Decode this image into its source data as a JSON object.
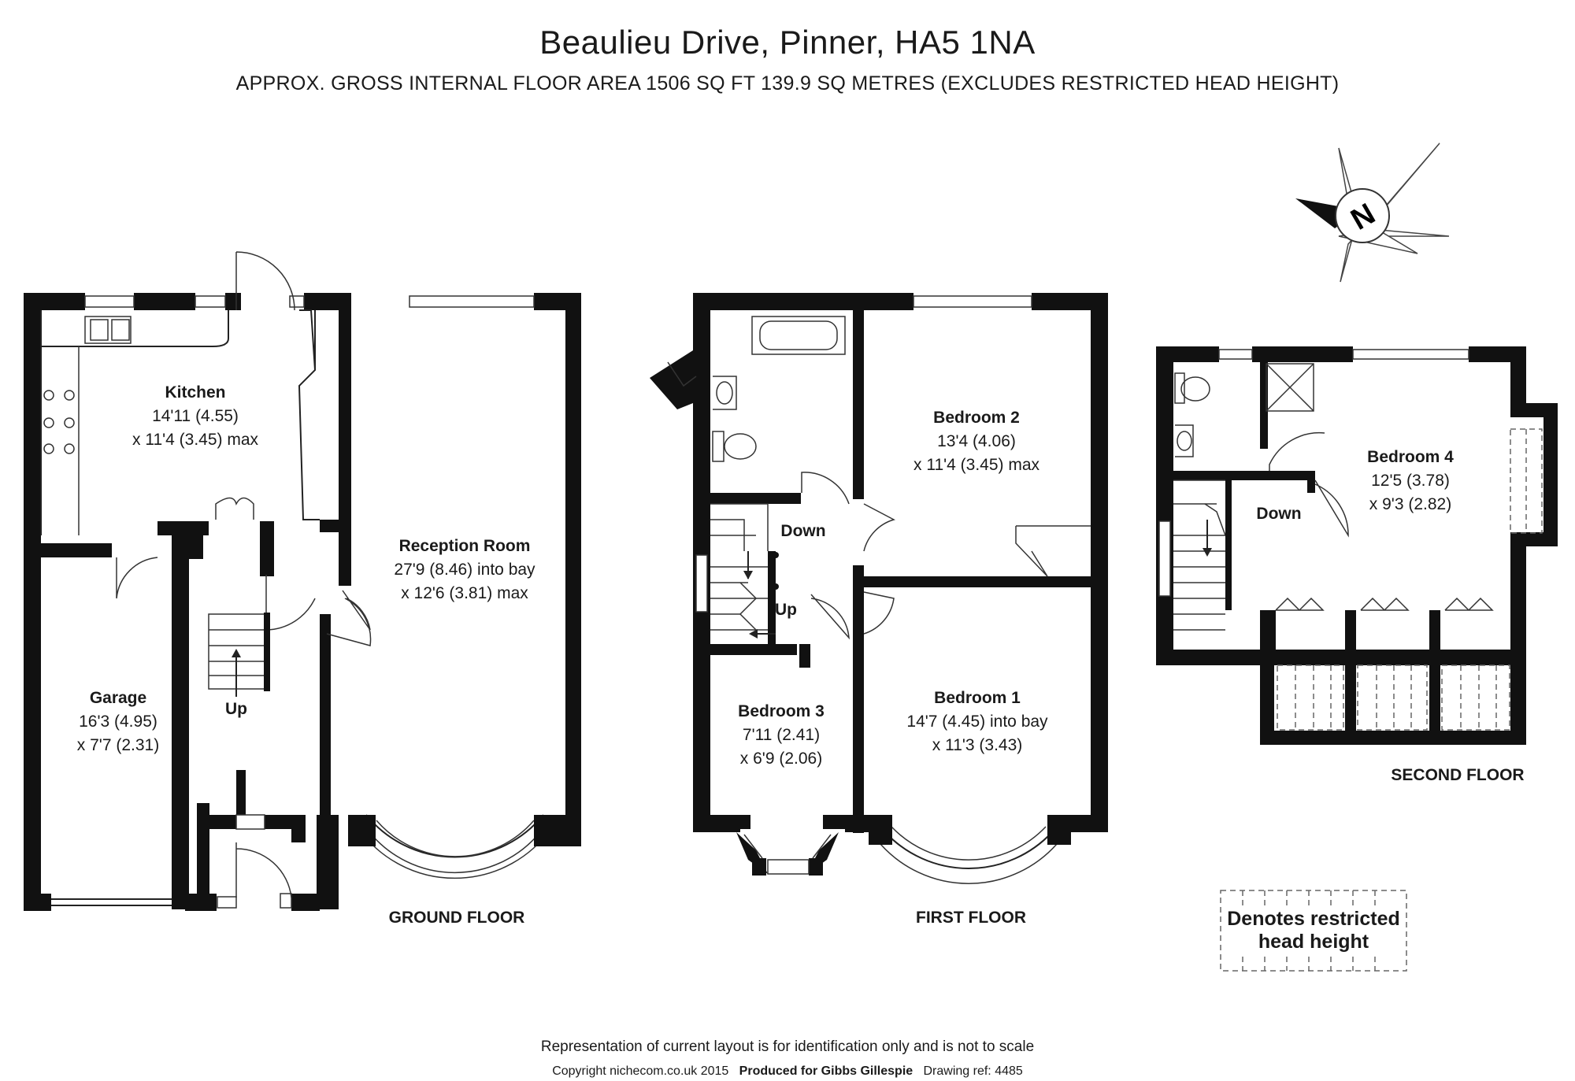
{
  "title": "Beaulieu Drive, Pinner, HA5 1NA",
  "subtitle": "APPROX. GROSS INTERNAL FLOOR AREA 1506 SQ FT 139.9 SQ METRES (EXCLUDES RESTRICTED HEAD HEIGHT)",
  "compass_letter": "N",
  "floors": {
    "ground": "GROUND FLOOR",
    "first": "FIRST FLOOR",
    "second": "SECOND FLOOR"
  },
  "rooms": {
    "kitchen": {
      "name": "Kitchen",
      "dim1": "14'11 (4.55)",
      "dim2": "x 11'4 (3.45) max"
    },
    "reception": {
      "name": "Reception Room",
      "dim1": "27'9 (8.46) into bay",
      "dim2": "x 12'6 (3.81) max"
    },
    "garage": {
      "name": "Garage",
      "dim1": "16'3 (4.95)",
      "dim2": "x 7'7 (2.31)"
    },
    "bedroom2": {
      "name": "Bedroom 2",
      "dim1": "13'4 (4.06)",
      "dim2": "x 11'4 (3.45) max"
    },
    "bedroom3": {
      "name": "Bedroom 3",
      "dim1": "7'11 (2.41)",
      "dim2": "x 6'9 (2.06)"
    },
    "bedroom1": {
      "name": "Bedroom 1",
      "dim1": "14'7 (4.45) into bay",
      "dim2": "x 11'3 (3.43)"
    },
    "bedroom4": {
      "name": "Bedroom 4",
      "dim1": "12'5 (3.78)",
      "dim2": "x 9'3 (2.82)"
    }
  },
  "stairs": {
    "ground_up": "Up",
    "first_down": "Down",
    "first_up": "Up",
    "second_down": "Down"
  },
  "legend": {
    "line1": "Denotes restricted",
    "line2": "head height"
  },
  "footer": {
    "disclaimer": "Representation of current layout is for identification only and is not to scale",
    "copyright": "Copyright nichecom.co.uk 2015",
    "produced": "Produced for Gibbs Gillespie",
    "drawing_ref": "Drawing ref:  4485"
  }
}
